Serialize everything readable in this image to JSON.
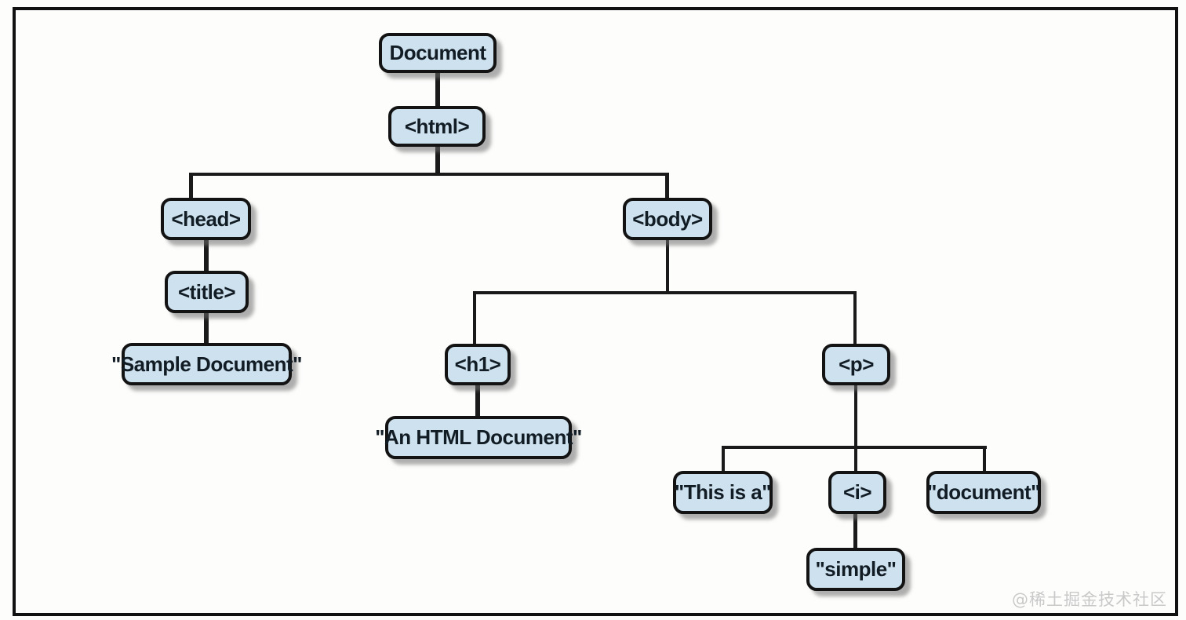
{
  "diagram_type": "html-dom-tree",
  "watermark": "@稀土掘金技术社区",
  "colors": {
    "node_fill": "#cde1ef",
    "node_border": "#131313",
    "node_text": "#121c24",
    "edge_line": "#1a1a1a",
    "frame_border": "#111111",
    "background": "#fdfdfc",
    "watermark_text": "#c9c9c9"
  },
  "nodes": {
    "document": {
      "label": "Document",
      "type": "document-node"
    },
    "html": {
      "label": "<html>",
      "type": "element-node"
    },
    "head": {
      "label": "<head>",
      "type": "element-node"
    },
    "body": {
      "label": "<body>",
      "type": "element-node"
    },
    "title": {
      "label": "<title>",
      "type": "element-node"
    },
    "sample_document": {
      "label": "\"Sample Document\"",
      "type": "text-node"
    },
    "h1": {
      "label": "<h1>",
      "type": "element-node"
    },
    "an_html_document": {
      "label": "\"An HTML Document\"",
      "type": "text-node"
    },
    "p": {
      "label": "<p>",
      "type": "element-node"
    },
    "this_is_a": {
      "label": "\"This is a\"",
      "type": "text-node"
    },
    "i": {
      "label": "<i>",
      "type": "element-node"
    },
    "document_text": {
      "label": "\"document\"",
      "type": "text-node"
    },
    "simple": {
      "label": "\"simple\"",
      "type": "text-node"
    }
  },
  "edges": [
    {
      "from": "document",
      "to": "html"
    },
    {
      "from": "html",
      "to": "head"
    },
    {
      "from": "html",
      "to": "body"
    },
    {
      "from": "head",
      "to": "title"
    },
    {
      "from": "title",
      "to": "sample_document"
    },
    {
      "from": "body",
      "to": "h1"
    },
    {
      "from": "body",
      "to": "p"
    },
    {
      "from": "h1",
      "to": "an_html_document"
    },
    {
      "from": "p",
      "to": "this_is_a"
    },
    {
      "from": "p",
      "to": "i"
    },
    {
      "from": "p",
      "to": "document_text"
    },
    {
      "from": "i",
      "to": "simple"
    }
  ]
}
